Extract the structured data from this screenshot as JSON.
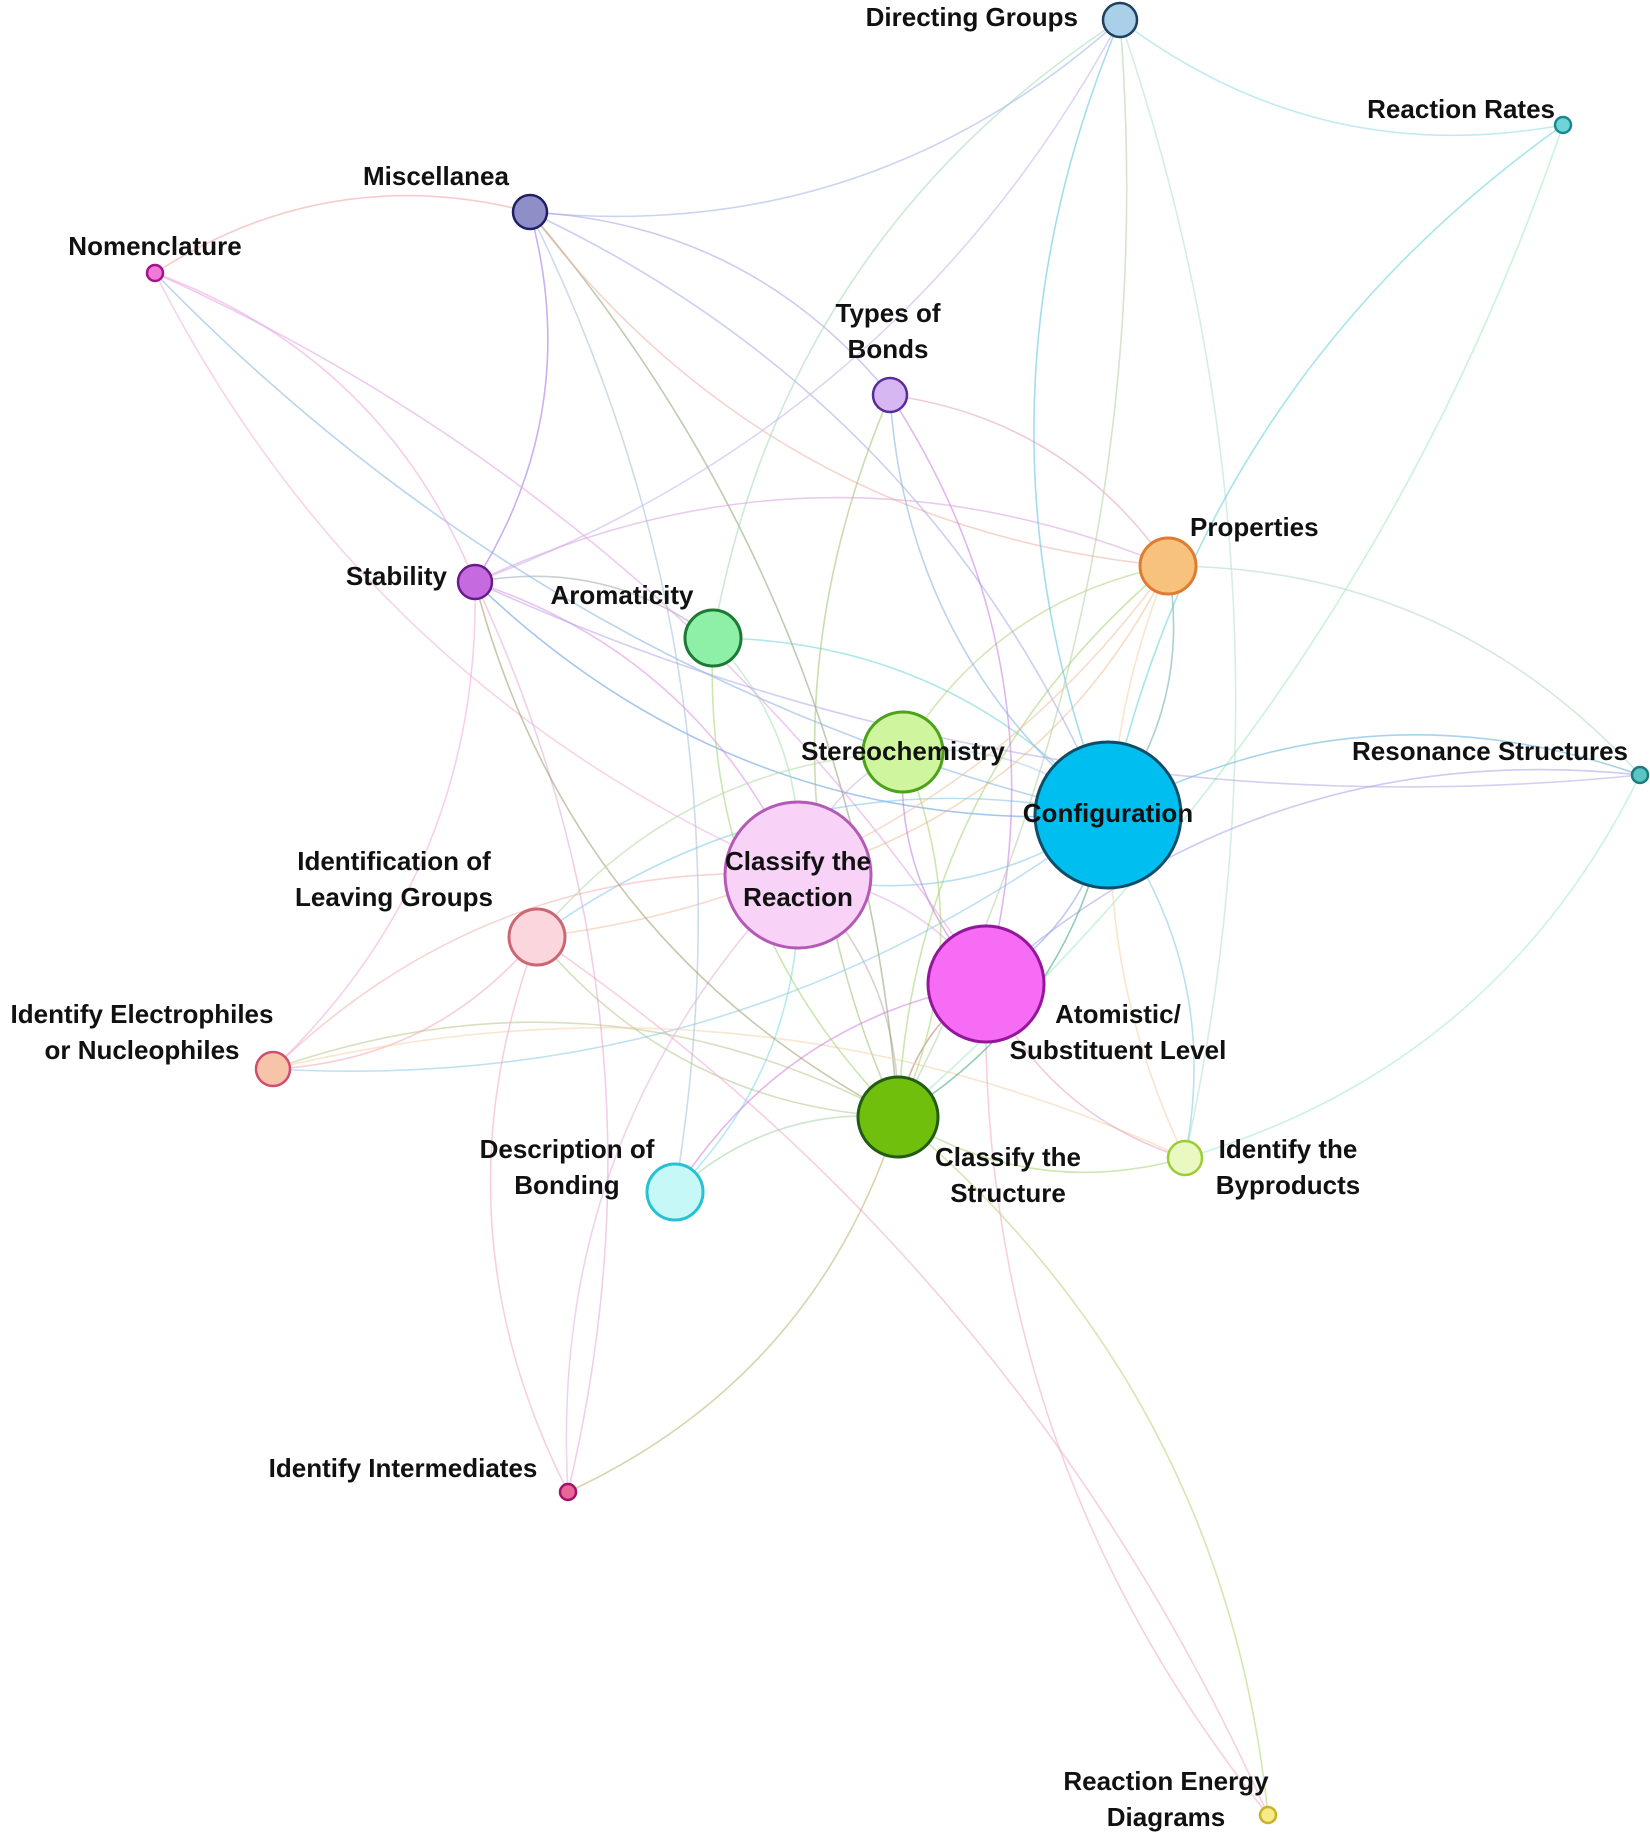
{
  "nodes": [
    {
      "id": "directing",
      "lines": [
        "Directing Groups"
      ],
      "color": "#a9d0e8",
      "stroke": "#1f3f5f",
      "size": "tiny",
      "anchor": "left"
    },
    {
      "id": "rates",
      "lines": [
        "Reaction Rates"
      ],
      "color": "#6fd3d8",
      "stroke": "#1a8a8f",
      "size": "micro",
      "anchor": "left"
    },
    {
      "id": "misc",
      "lines": [
        "Miscellanea"
      ],
      "color": "#8f8fc8",
      "stroke": "#1f1f66",
      "size": "tiny",
      "anchor": "above"
    },
    {
      "id": "nomenclature",
      "lines": [
        "Nomenclature"
      ],
      "color": "#f07ad6",
      "stroke": "#a3128f",
      "size": "micro",
      "anchor": "above"
    },
    {
      "id": "bonds",
      "lines": [
        "Types of",
        "Bonds"
      ],
      "color": "#d7b7f2",
      "stroke": "#5a2b9a",
      "size": "tiny",
      "anchor": "above"
    },
    {
      "id": "properties",
      "lines": [
        "Properties"
      ],
      "color": "#f7c27e",
      "stroke": "#e07c32",
      "size": "small",
      "anchor": "right"
    },
    {
      "id": "stability",
      "lines": [
        "Stability"
      ],
      "color": "#c66ae0",
      "stroke": "#6a1a8a",
      "size": "tiny",
      "anchor": "left"
    },
    {
      "id": "aromaticity",
      "lines": [
        "Aromaticity"
      ],
      "color": "#8ef0a7",
      "stroke": "#1d7a35",
      "size": "small",
      "anchor": "above-left"
    },
    {
      "id": "stereo",
      "lines": [
        "Stereochemistry"
      ],
      "color": "#cff59e",
      "stroke": "#4ba31a",
      "size": "medium",
      "anchor": "center"
    },
    {
      "id": "resonance",
      "lines": [
        "Resonance Structures"
      ],
      "color": "#5cc4c4",
      "stroke": "#1a7c7c",
      "size": "micro",
      "anchor": "left"
    },
    {
      "id": "configuration",
      "lines": [
        "Configuration"
      ],
      "color": "#00bff0",
      "stroke": "#0e4d66",
      "size": "huge",
      "anchor": "center"
    },
    {
      "id": "classify_reaction",
      "lines": [
        "Classify the",
        "Reaction"
      ],
      "color": "#f8d2f7",
      "stroke": "#b45ab4",
      "size": "huge",
      "anchor": "center"
    },
    {
      "id": "leaving",
      "lines": [
        "Identification of",
        "Leaving Groups"
      ],
      "color": "#fbd6dc",
      "stroke": "#cc6673",
      "size": "small",
      "anchor": "above-left"
    },
    {
      "id": "atomistic",
      "lines": [
        "Atomistic/",
        "Substituent Level"
      ],
      "color": "#f76cf4",
      "stroke": "#93169b",
      "size": "large",
      "anchor": "below-right"
    },
    {
      "id": "electrophiles",
      "lines": [
        "Identify Electrophiles",
        "or Nucleophiles"
      ],
      "color": "#f7c3a9",
      "stroke": "#cf4e6e",
      "size": "tiny",
      "anchor": "above-left"
    },
    {
      "id": "classify_structure",
      "lines": [
        "Classify the",
        "Structure"
      ],
      "color": "#70bf0c",
      "stroke": "#225c14",
      "size": "medium",
      "anchor": "below-right"
    },
    {
      "id": "bonding",
      "lines": [
        "Description of",
        "Bonding"
      ],
      "color": "#c7f8f8",
      "stroke": "#26c1d2",
      "size": "small",
      "anchor": "above-left"
    },
    {
      "id": "byproducts",
      "lines": [
        "Identify the",
        "Byproducts"
      ],
      "color": "#eaf8c1",
      "stroke": "#9acd32",
      "size": "tiny",
      "anchor": "right"
    },
    {
      "id": "intermediates",
      "lines": [
        "Identify Intermediates"
      ],
      "color": "#e9669b",
      "stroke": "#a3126a",
      "size": "micro",
      "anchor": "above-left"
    },
    {
      "id": "energy",
      "lines": [
        "Reaction Energy",
        "Diagrams"
      ],
      "color": "#f7ea88",
      "stroke": "#c9b224",
      "size": "micro",
      "anchor": "above-left"
    }
  ],
  "edges": [
    [
      "classify_reaction",
      "configuration",
      "#7fc6e8",
      5
    ],
    [
      "classify_reaction",
      "atomistic",
      "#e7a6ef",
      5
    ],
    [
      "atomistic",
      "configuration",
      "#8a9de0",
      5
    ],
    [
      "classify_structure",
      "atomistic",
      "#b07a6a",
      4
    ],
    [
      "classify_structure",
      "classify_reaction",
      "#c0a9a0",
      3
    ],
    [
      "stereo",
      "configuration",
      "#9fd0e6",
      4
    ],
    [
      "stereo",
      "classify_reaction",
      "#c5b6e6",
      3
    ],
    [
      "stability",
      "classify_reaction",
      "#e08ae0",
      3
    ],
    [
      "stability",
      "configuration",
      "#5a99e0",
      2
    ],
    [
      "aromaticity",
      "configuration",
      "#6fd3d8",
      2
    ],
    [
      "aromaticity",
      "stability",
      "#9fa8b6",
      2
    ],
    [
      "properties",
      "configuration",
      "#6aa7a6",
      2
    ],
    [
      "properties",
      "classify_structure",
      "#9fd36f",
      2
    ],
    [
      "properties",
      "classify_reaction",
      "#f0c090",
      2
    ],
    [
      "properties",
      "stereo",
      "#b0d27a",
      2
    ],
    [
      "misc",
      "stability",
      "#a070e0",
      2
    ],
    [
      "misc",
      "nomenclature",
      "#f0a0a0",
      2
    ],
    [
      "misc",
      "classify_structure",
      "#8aa070",
      2
    ],
    [
      "misc",
      "directing",
      "#a0b0e8",
      2
    ],
    [
      "misc",
      "bonds",
      "#a6a0e8",
      2
    ],
    [
      "misc",
      "properties",
      "#f0b0a0",
      2
    ],
    [
      "misc",
      "configuration",
      "#a0a8e6",
      2
    ],
    [
      "nomenclature",
      "configuration",
      "#7fb0e0",
      2
    ],
    [
      "nomenclature",
      "stability",
      "#f0a0d8",
      2
    ],
    [
      "nomenclature",
      "classify_reaction",
      "#f0b0d8",
      2
    ],
    [
      "nomenclature",
      "atomistic",
      "#e0a0e0",
      2
    ],
    [
      "bonds",
      "classify_structure",
      "#9ac16f",
      2
    ],
    [
      "bonds",
      "atomistic",
      "#c67ae0",
      2
    ],
    [
      "bonds",
      "configuration",
      "#7fb0e0",
      2
    ],
    [
      "bonds",
      "properties",
      "#e0a0c0",
      2
    ],
    [
      "directing",
      "configuration",
      "#5ac0e0",
      2
    ],
    [
      "directing",
      "classify_structure",
      "#b0d0a0",
      2
    ],
    [
      "directing",
      "aromaticity",
      "#a0d8b8",
      2
    ],
    [
      "directing",
      "stability",
      "#c6b0e8",
      2
    ],
    [
      "directing",
      "rates",
      "#8fdbe6",
      2
    ],
    [
      "directing",
      "byproducts",
      "#b0e0d0",
      2
    ],
    [
      "rates",
      "configuration",
      "#5cd0d8",
      2
    ],
    [
      "rates",
      "classify_structure",
      "#9fe8c0",
      2
    ],
    [
      "resonance",
      "configuration",
      "#5cb0d8",
      2
    ],
    [
      "resonance",
      "stability",
      "#b0a8e8",
      2
    ],
    [
      "resonance",
      "atomistic",
      "#a6a0e8",
      2
    ],
    [
      "resonance",
      "byproducts",
      "#a0e8d0",
      2
    ],
    [
      "resonance",
      "properties",
      "#b0d8c0",
      2
    ],
    [
      "leaving",
      "configuration",
      "#7fc6e8",
      2
    ],
    [
      "leaving",
      "classify_structure",
      "#b0c88a",
      2
    ],
    [
      "leaving",
      "energy",
      "#f0a8c8",
      2
    ],
    [
      "leaving",
      "properties",
      "#f0c0a0",
      2
    ],
    [
      "electrophiles",
      "classify_structure",
      "#b8c48a",
      2
    ],
    [
      "electrophiles",
      "configuration",
      "#8ac8e8",
      2
    ],
    [
      "electrophiles",
      "classify_reaction",
      "#f0b0b0",
      2
    ],
    [
      "electrophiles",
      "leaving",
      "#f0a8b0",
      2
    ],
    [
      "electrophiles",
      "byproducts",
      "#f6d0a8",
      2
    ],
    [
      "electrophiles",
      "stability",
      "#f0a8e0",
      2
    ],
    [
      "bonding",
      "classify_structure",
      "#9fd3a0",
      2
    ],
    [
      "bonding",
      "classify_reaction",
      "#7ad8e8",
      2
    ],
    [
      "bonding",
      "atomistic",
      "#d07ae0",
      2
    ],
    [
      "bonding",
      "misc",
      "#a0c0d8",
      2
    ],
    [
      "byproducts",
      "classify_structure",
      "#a8d36f",
      2
    ],
    [
      "byproducts",
      "configuration",
      "#80c8e0",
      2
    ],
    [
      "byproducts",
      "atomistic",
      "#e0a0c0",
      2
    ],
    [
      "intermediates",
      "classify_structure",
      "#b8b06a",
      2
    ],
    [
      "intermediates",
      "leaving",
      "#f0a8c8",
      2
    ],
    [
      "intermediates",
      "stability",
      "#e6a8d0",
      2
    ],
    [
      "intermediates",
      "classify_reaction",
      "#e0b0d8",
      2
    ],
    [
      "energy",
      "classify_structure",
      "#b0d36f",
      2
    ],
    [
      "energy",
      "atomistic",
      "#f0a8c8",
      2
    ],
    [
      "aromaticity",
      "classify_structure",
      "#9fd36f",
      2
    ],
    [
      "aromaticity",
      "classify_reaction",
      "#a0e0b0",
      2
    ],
    [
      "stability",
      "classify_structure",
      "#9a9a6a",
      2
    ],
    [
      "stability",
      "properties",
      "#d8a0e0",
      2
    ],
    [
      "stereo",
      "atomistic",
      "#c07ad8",
      2
    ],
    [
      "stereo",
      "classify_structure",
      "#a6d36f",
      2
    ],
    [
      "stereo",
      "leaving",
      "#b0d8a0",
      2
    ],
    [
      "configuration",
      "classify_structure",
      "#3aa07a",
      2
    ],
    [
      "properties",
      "byproducts",
      "#f6d0a0",
      2
    ]
  ]
}
